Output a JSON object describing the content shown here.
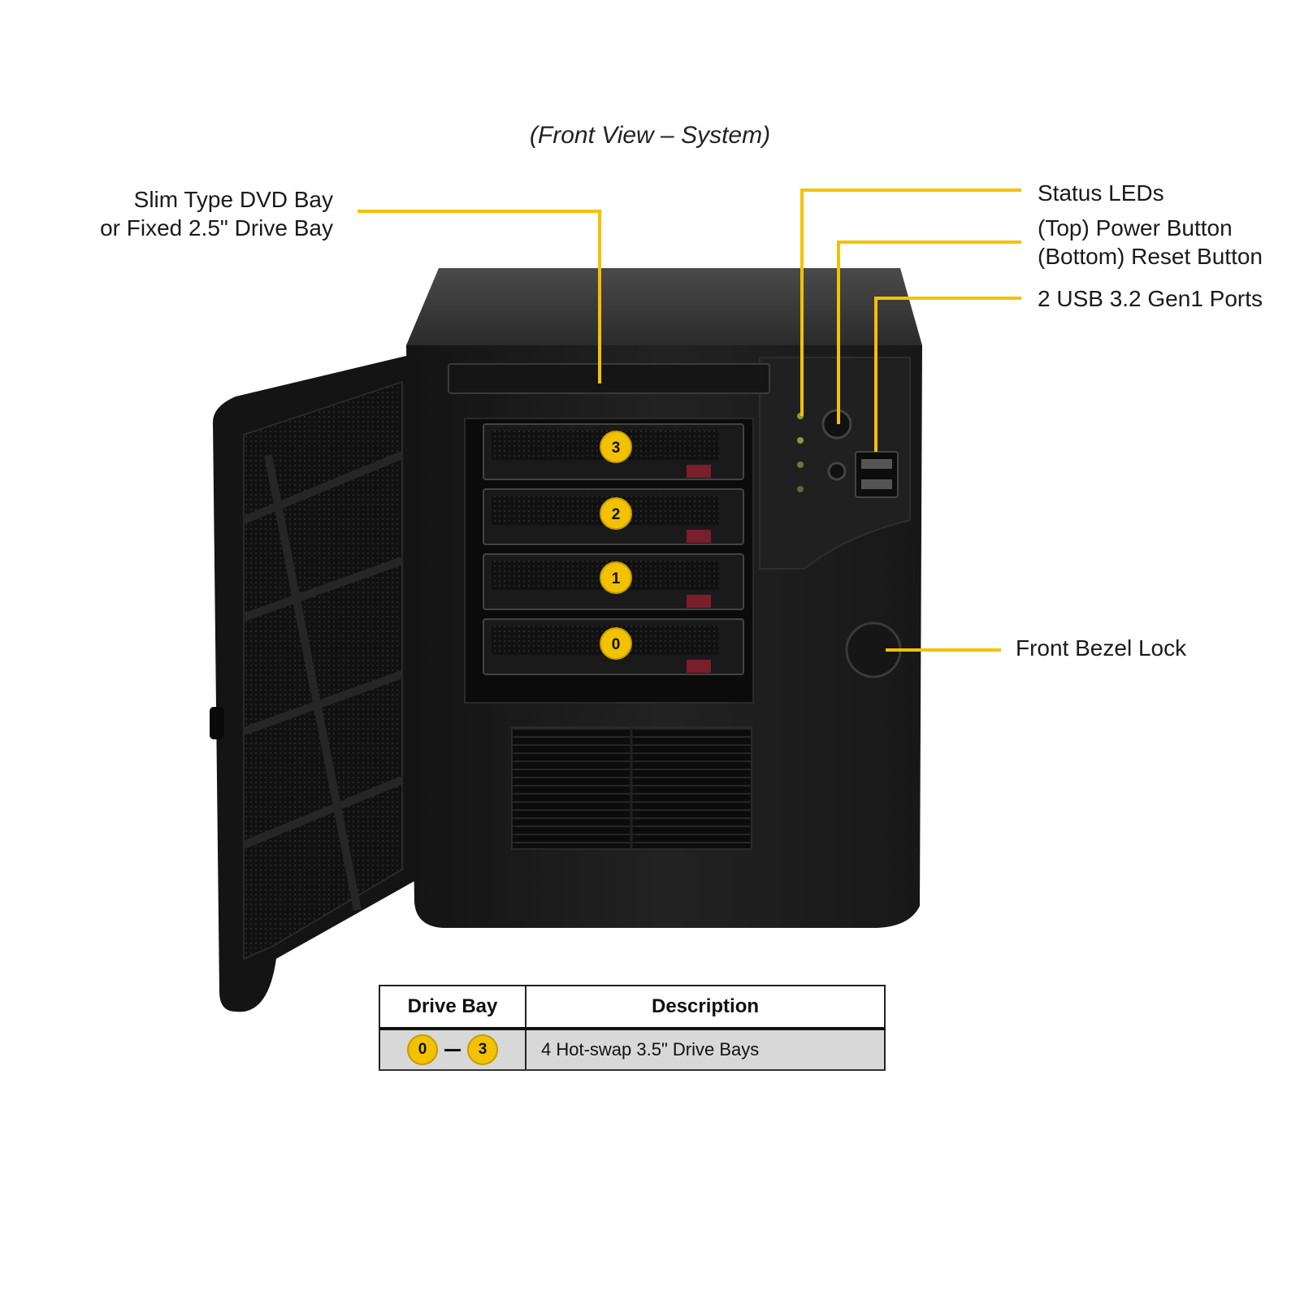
{
  "title": "(Front View – System)",
  "labels": {
    "dvd_line1": "Slim Type DVD Bay",
    "dvd_line2": "or Fixed 2.5\" Drive Bay",
    "status_leds": "Status LEDs",
    "power_button": "(Top) Power Button",
    "reset_button": "(Bottom) Reset Button",
    "usb_ports": "2 USB 3.2 Gen1 Ports",
    "bezel_lock": "Front Bezel Lock"
  },
  "bay_numbers": [
    "3",
    "2",
    "1",
    "0"
  ],
  "table": {
    "headers": [
      "Drive Bay",
      "Description"
    ],
    "row": {
      "bay_start": "0",
      "bay_end": "3",
      "description": "4 Hot-swap 3.5\" Drive Bays"
    }
  },
  "colors": {
    "callout": "#f2c200",
    "chassis": "#1c1c1c",
    "chassis_top": "#3a3a3a",
    "drive_handle": "#7a1e2c"
  }
}
